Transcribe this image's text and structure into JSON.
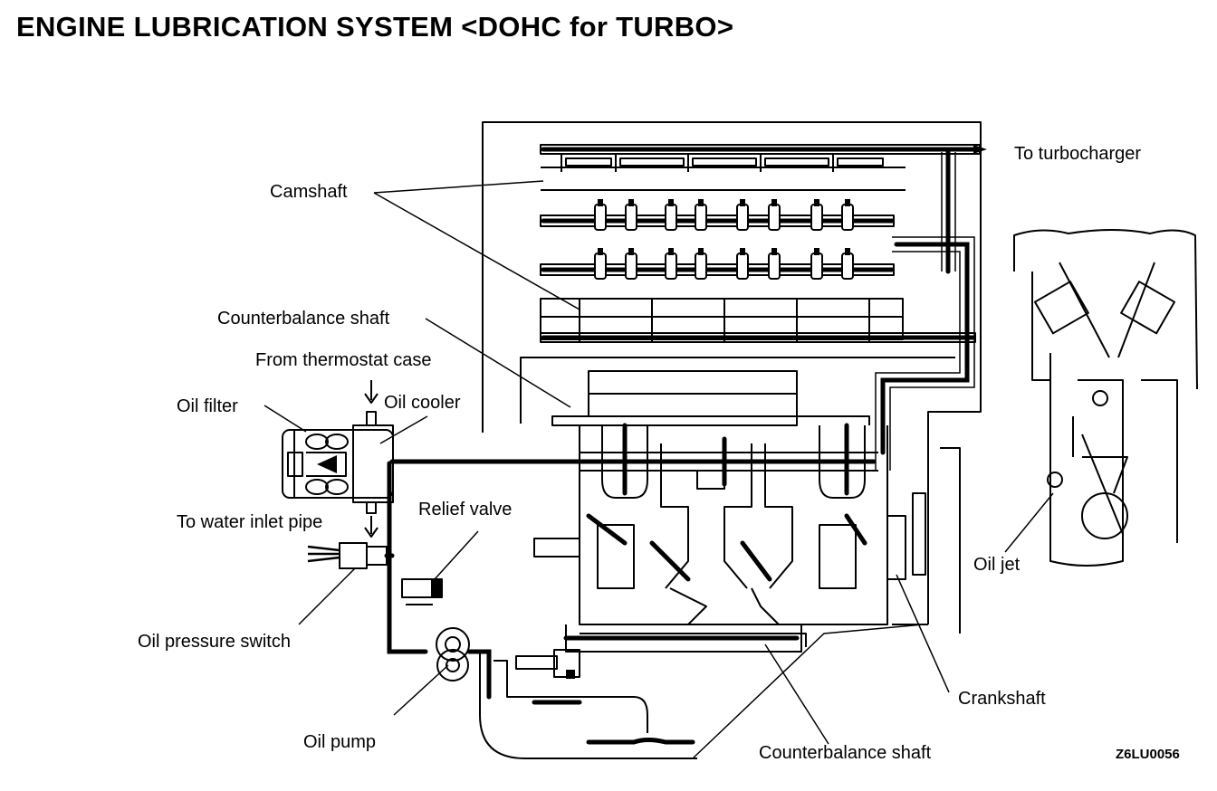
{
  "title": "ENGINE LUBRICATION SYSTEM <DOHC for TURBO>",
  "labels": {
    "to_turbocharger": "To turbocharger",
    "camshaft": "Camshaft",
    "counterbalance_shaft_upper": "Counterbalance shaft",
    "from_thermostat_case": "From thermostat case",
    "oil_filter": "Oil filter",
    "oil_cooler": "Oil cooler",
    "to_water_inlet_pipe": "To water inlet pipe",
    "relief_valve": "Relief valve",
    "oil_pressure_switch": "Oil pressure switch",
    "oil_pump": "Oil pump",
    "oil_jet": "Oil jet",
    "crankshaft": "Crankshaft",
    "counterbalance_shaft_lower": "Counterbalance shaft"
  },
  "figure_code": "Z6LU0056"
}
